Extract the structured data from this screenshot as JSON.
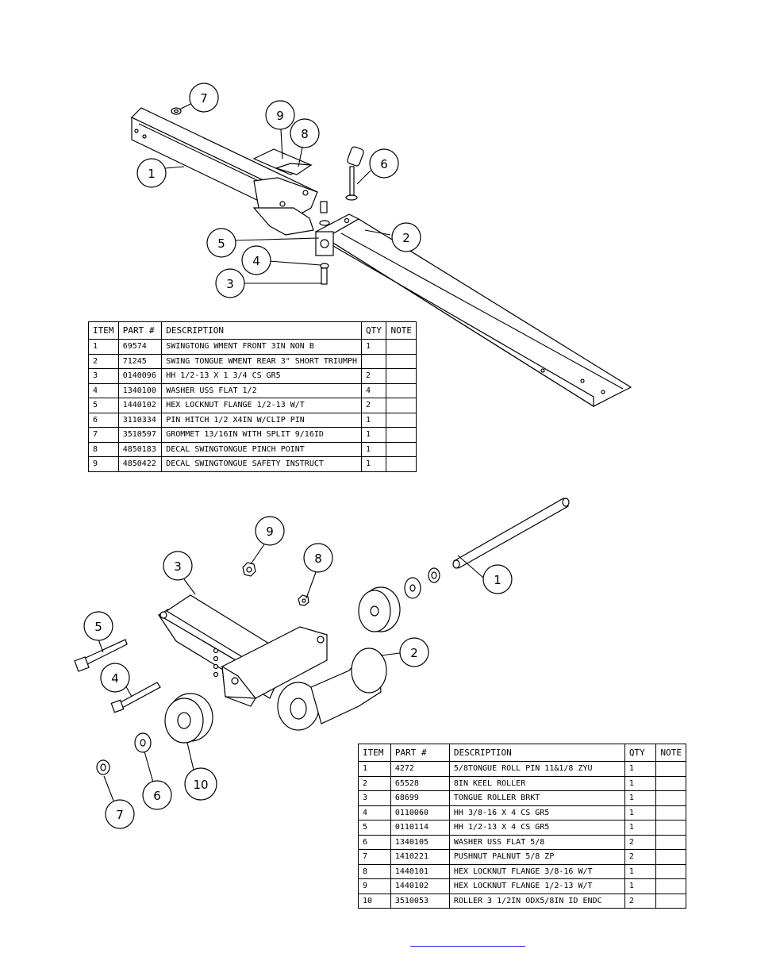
{
  "upper_callouts": [
    "1",
    "2",
    "3",
    "4",
    "5",
    "6",
    "7",
    "8",
    "9"
  ],
  "lower_callouts": [
    "1",
    "2",
    "3",
    "4",
    "5",
    "6",
    "7",
    "8",
    "9",
    "10"
  ],
  "table1": {
    "headers": [
      "ITEM",
      "PART #",
      "DESCRIPTION",
      "QTY",
      "NOTE"
    ],
    "rows": [
      [
        "1",
        "69574",
        "SWINGTONG WMENT FRONT 3IN NON B",
        "1",
        ""
      ],
      [
        "2",
        "71245",
        "SWING TONGUE WMENT REAR 3\" SHORT TRIUMPH",
        "",
        ""
      ],
      [
        "3",
        "0140096",
        "HH 1/2-13 X 1 3/4 CS GR5",
        "2",
        ""
      ],
      [
        "4",
        "1340100",
        "WASHER USS FLAT 1/2",
        "4",
        ""
      ],
      [
        "5",
        "1440102",
        "HEX LOCKNUT FLANGE 1/2-13 W/T",
        "2",
        ""
      ],
      [
        "6",
        "3110334",
        "PIN HITCH 1/2 X4IN W/CLIP PIN",
        "1",
        ""
      ],
      [
        "7",
        "3510597",
        "GROMMET 13/16IN  WITH SPLIT 9/16ID",
        "1",
        ""
      ],
      [
        "8",
        "4850183",
        "DECAL SWINGTONGUE PINCH POINT",
        "1",
        ""
      ],
      [
        "9",
        "4850422",
        "DECAL SWINGTONGUE SAFETY INSTRUCT",
        "1",
        ""
      ]
    ]
  },
  "table2": {
    "headers": [
      "ITEM",
      "PART #",
      "DESCRIPTION",
      "QTY",
      "NOTE"
    ],
    "rows": [
      [
        "1",
        "4272",
        "5/8TONGUE ROLL PIN 11&1/8 ZYU",
        "1",
        ""
      ],
      [
        "2",
        "65528",
        "8IN KEEL ROLLER",
        "1",
        ""
      ],
      [
        "3",
        "68699",
        "TONGUE ROLLER BRKT",
        "1",
        ""
      ],
      [
        "4",
        "0110060",
        "HH 3/8-16 X 4 CS GR5",
        "1",
        ""
      ],
      [
        "5",
        "0110114",
        "HH 1/2-13 X 4 CS GR5",
        "1",
        ""
      ],
      [
        "6",
        "1340105",
        "WASHER USS FLAT 5/8",
        "2",
        ""
      ],
      [
        "7",
        "1410221",
        "PUSHNUT PALNUT 5/8 ZP",
        "2",
        ""
      ],
      [
        "8",
        "1440101",
        "HEX LOCKNUT FLANGE 3/8-16 W/T",
        "1",
        ""
      ],
      [
        "9",
        "1440102",
        "HEX LOCKNUT FLANGE 1/2-13 W/T",
        "1",
        ""
      ],
      [
        "10",
        "3510053",
        "ROLLER  3 1/2IN ODX5/8IN ID ENDC",
        "2",
        ""
      ]
    ]
  },
  "colors": {
    "line": "#000000",
    "link": "#2a2aff"
  }
}
